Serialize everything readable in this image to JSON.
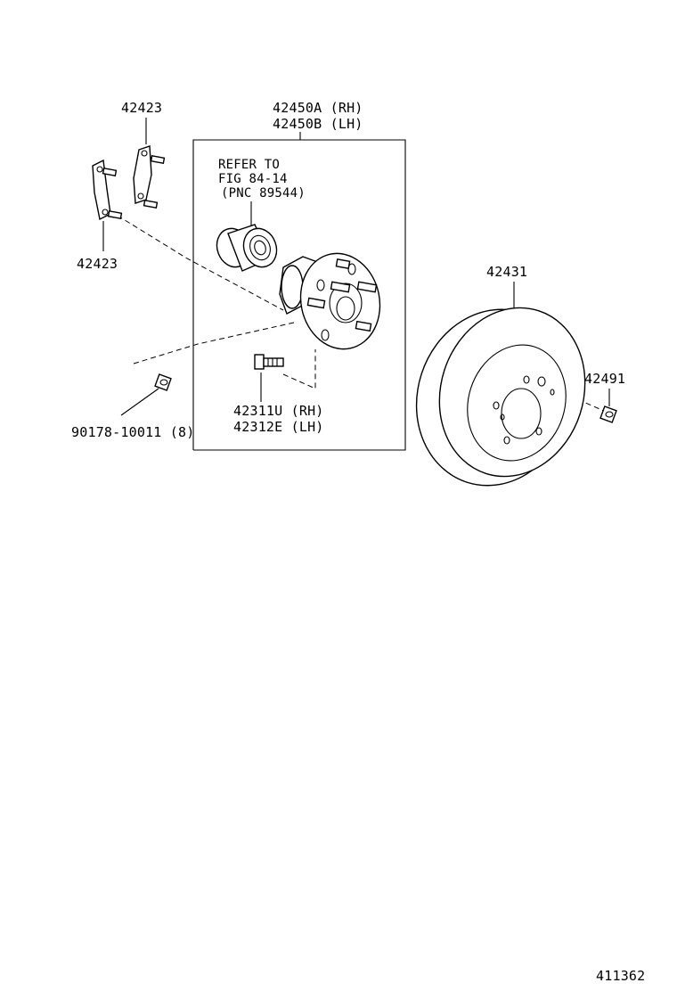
{
  "labels": {
    "hub_assembly_rh": "42450A (RH)",
    "hub_assembly_lh": "42450B (LH)",
    "refer_line1": "REFER TO",
    "refer_line2": "FIG 84-14",
    "refer_line3": "(PNC 89544)",
    "plate_upper": "42423",
    "plate_lower": "42423",
    "hub_bolt_rh": "42311U (RH)",
    "hub_bolt_lh": "42312E (LH)",
    "bolt_qty": "90178-10011 (8)",
    "disc": "42431",
    "plug": "42491",
    "figure_number": "411362"
  }
}
